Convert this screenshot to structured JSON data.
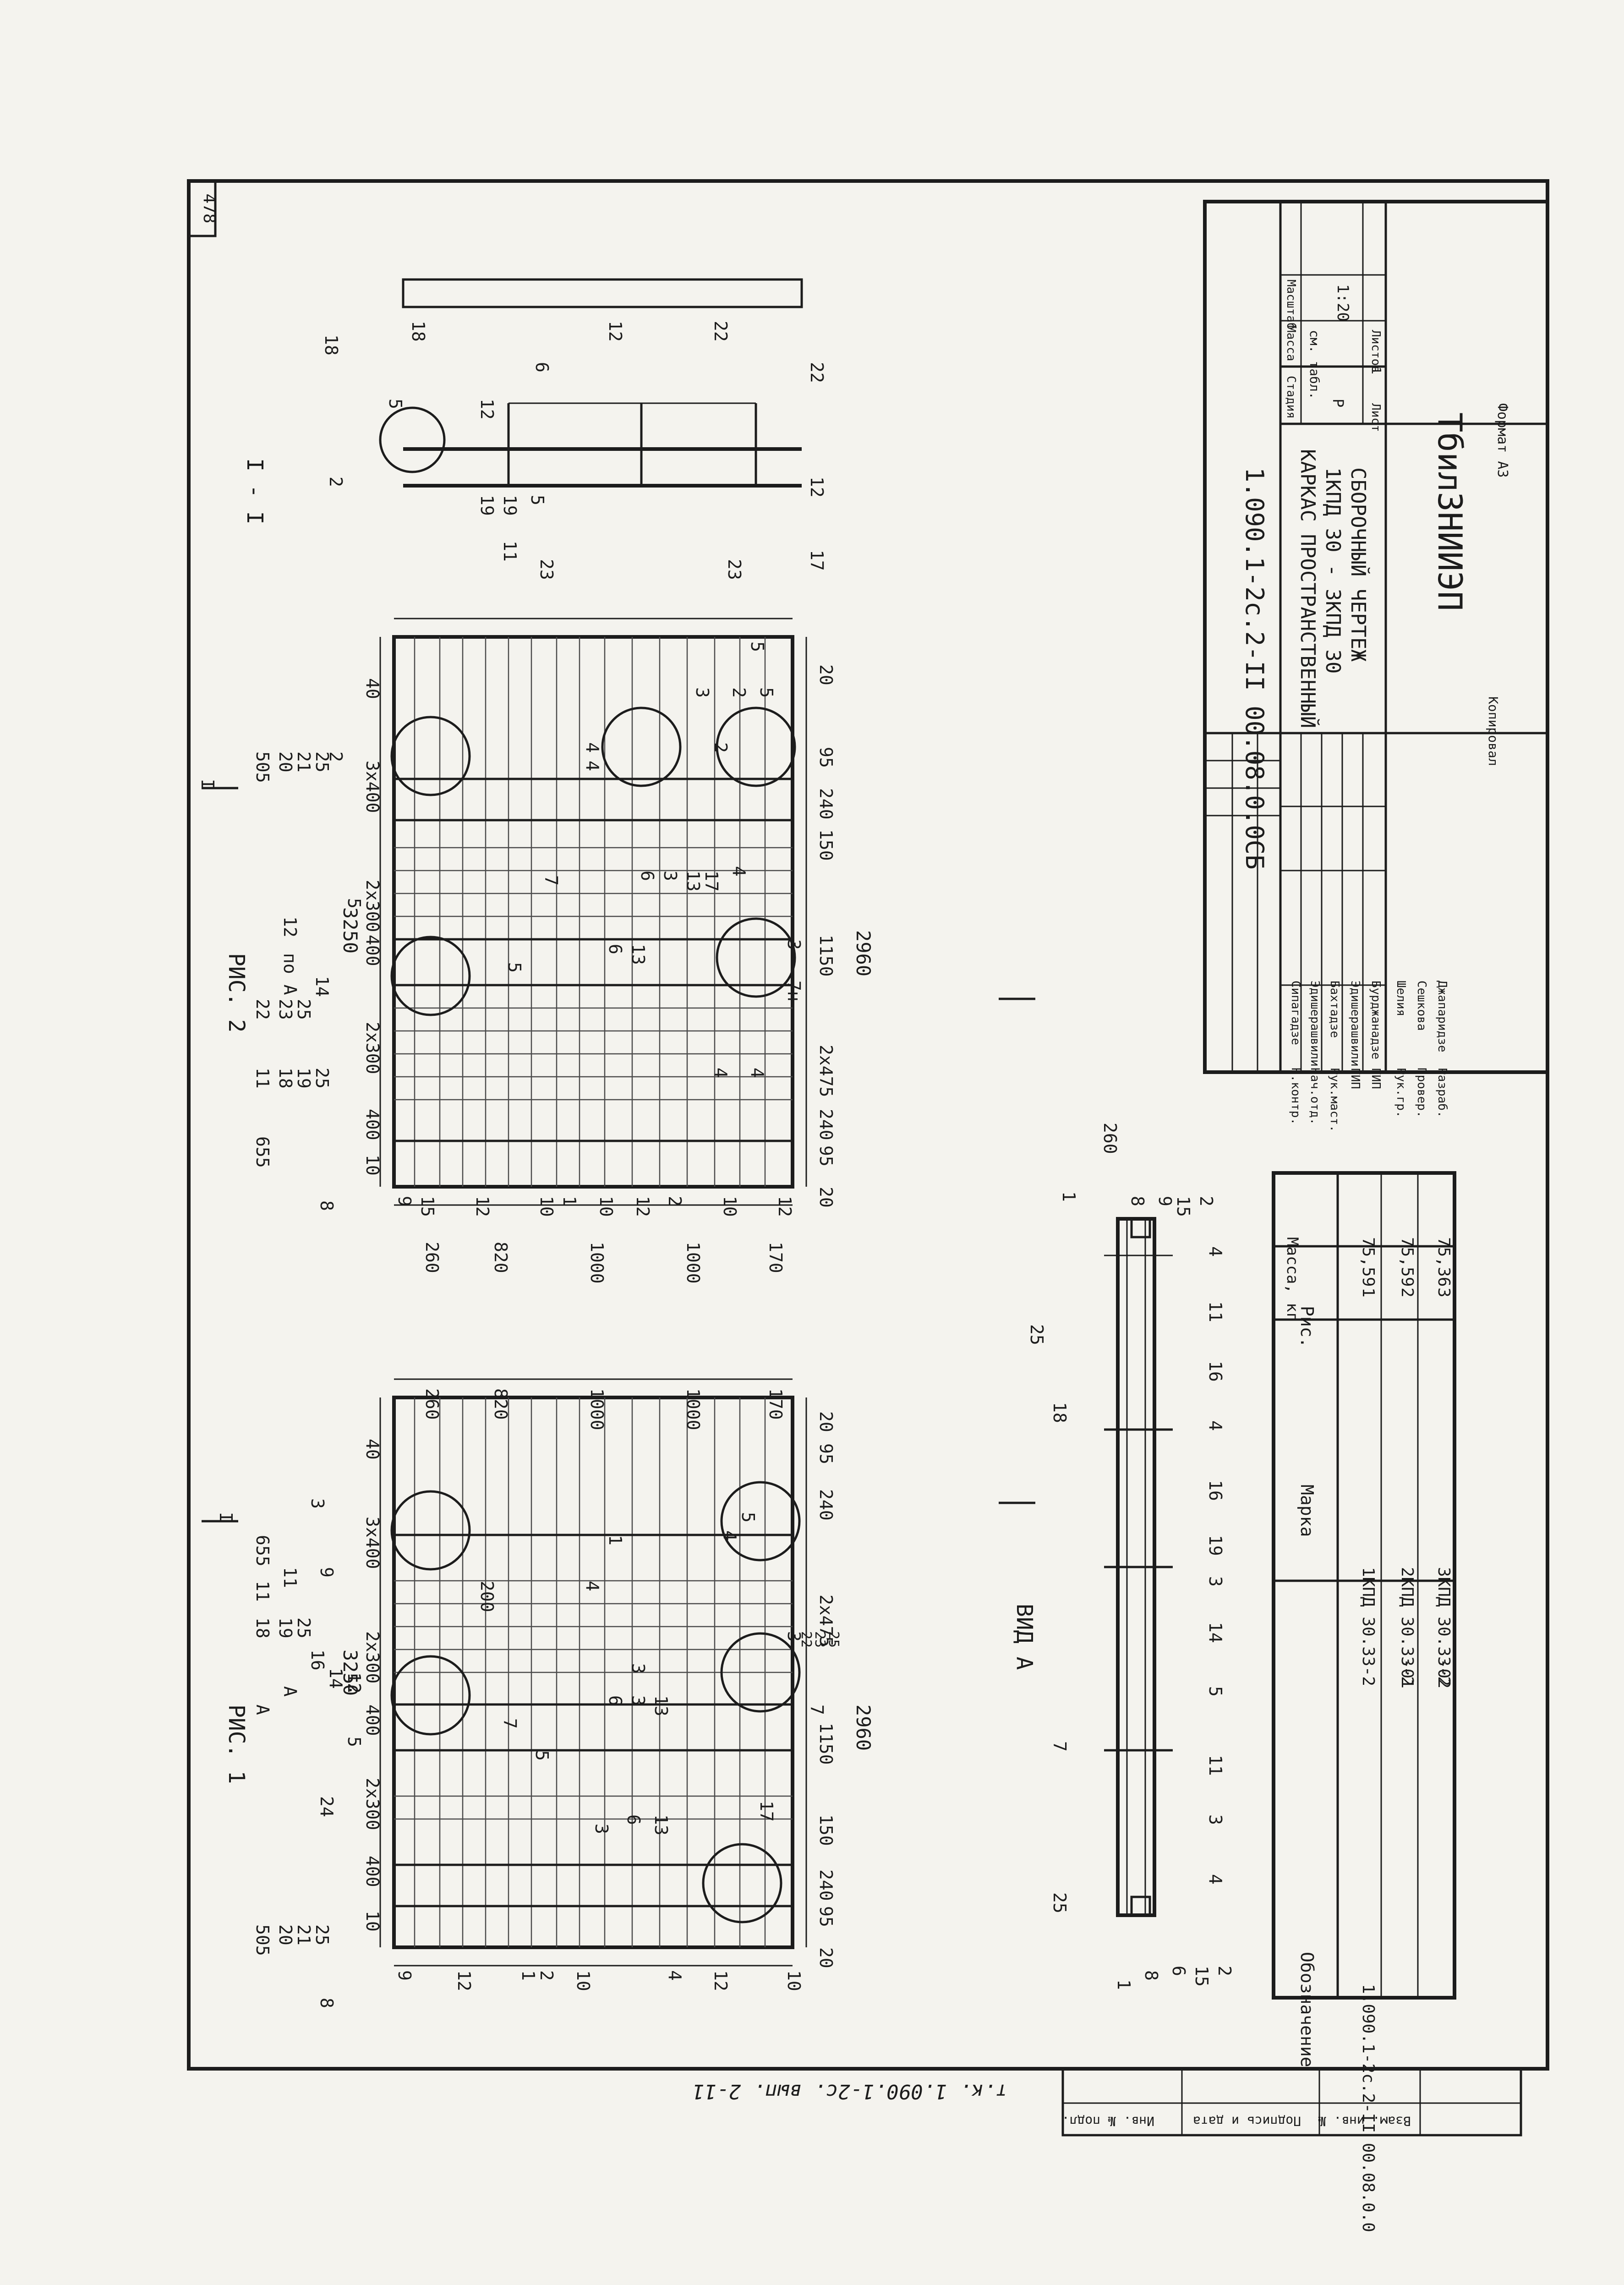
{
  "page": {
    "sheet_corner_number": "478",
    "format_label": "Формат А3",
    "copy_label": "Копировал",
    "handwritten_reference": "т.к. 1.090.1-2с. вып. 2-11"
  },
  "title_block": {
    "designation": "1.090.1-2с.2-II 00.08.0.0СБ",
    "title_lines": [
      "КАРКАС ПРОСТРАНСТВЕННЫЙ",
      "1КПД 30 - 3КПД 30",
      "СБОРОЧНЫЙ ЧЕРТЕЖ"
    ],
    "stage_label": "Стадия",
    "mass_label": "Масса",
    "scale_label": "Масштаб",
    "stage_value": "Р",
    "mass_value": "см. табл.",
    "scale_value": "1:20",
    "sheet_label": "Лист",
    "sheet_value": "1",
    "sheets_label": "Листов",
    "organization": "ТбилЗНИИЭП",
    "signatures": [
      {
        "role": "Н.контр.",
        "name": "Сипагадзе"
      },
      {
        "role": "Нач.отд.",
        "name": "Эдишерашвили"
      },
      {
        "role": "Рук.маст.",
        "name": "Бахтадзе"
      },
      {
        "role": "ГИП",
        "name": "Эдишерашвили"
      },
      {
        "role": "ГИП",
        "name": "Бурджанадзе"
      },
      {
        "role": "Рук.гр.",
        "name": "Шелия"
      },
      {
        "role": "Провер.",
        "name": "Сешкова"
      },
      {
        "role": "Разраб.",
        "name": "Джапаридзе"
      }
    ]
  },
  "spec_table": {
    "headers": [
      "Обозначение",
      "Марка",
      "Рис.",
      "Масса, кг"
    ],
    "rows": [
      [
        "1.090.1-2с.2-II 00.08.0.0",
        "1КПД 30.33-2",
        "1",
        "75,59"
      ],
      [
        "-01",
        "2КПД 30.33-2",
        "2",
        "75,59"
      ],
      [
        "-02",
        "3КПД 30.33-2",
        "3",
        "75,36"
      ]
    ]
  },
  "margin_stamp": {
    "cells": [
      "Инв. № подл.",
      "Подпись и дата",
      "Взам. инв. №"
    ]
  },
  "views": {
    "fig1_title": "РИС. 1",
    "fig2_title": "РИС. 2",
    "section_title": "I - I",
    "view_a_title": "ВИД А",
    "po_a_label": "по А",
    "arrow_a": "А",
    "section_mark": "I"
  },
  "fig1": {
    "top_dims": [
      "40",
      "3х400",
      "2х300",
      "400",
      "2х300",
      "400",
      "10"
    ],
    "overall_top": "3250",
    "left_dims": [
      "260",
      "820",
      "1000",
      "1000",
      "170"
    ],
    "bottom_dims": [
      "20",
      "95",
      "240",
      "150",
      "1150",
      "2х475",
      "240",
      "95",
      "20"
    ],
    "overall_bottom": "2960",
    "side_dims_left": [
      "505",
      "20",
      "21",
      "25"
    ],
    "side_dims_right": [
      "655",
      "11",
      "18",
      "19",
      "25"
    ],
    "callouts": [
      "3",
      "9",
      "200",
      "4",
      "1",
      "4",
      "5",
      "8",
      "9",
      "12",
      "1",
      "2",
      "10",
      "4",
      "12",
      "10",
      "5",
      "24",
      "3",
      "6",
      "13",
      "17",
      "5",
      "3",
      "7",
      "6",
      "3",
      "13",
      "7",
      "3",
      "22",
      "23",
      "25",
      "14",
      "12",
      "16",
      "11",
      "A"
    ]
  },
  "fig2": {
    "top_dims": [
      "40",
      "3х400",
      "2х300",
      "400",
      "2х300",
      "400",
      "10"
    ],
    "overall_top": "3250",
    "left_dims": [
      "260",
      "820",
      "1000",
      "1000",
      "170"
    ],
    "bottom_dims": [
      "20",
      "95",
      "240",
      "2х475",
      "1150",
      "150",
      "240",
      "95",
      "20"
    ],
    "overall_bottom": "2960",
    "side_dims_left": [
      "655",
      "11",
      "22",
      "23",
      "25"
    ],
    "side_dims_right": [
      "505",
      "20",
      "21",
      "25"
    ],
    "callouts": [
      "8",
      "9",
      "15",
      "12",
      "10",
      "1",
      "10",
      "12",
      "2",
      "10",
      "12",
      "4",
      "4",
      "7н",
      "3",
      "13",
      "6",
      "5",
      "7",
      "17",
      "13",
      "3",
      "6",
      "4",
      "2",
      "4",
      "2",
      "3",
      "5",
      "18",
      "19",
      "25",
      "14",
      "12",
      "5",
      "2",
      "4",
      "5"
    ]
  },
  "section_1_1": {
    "callouts": [
      "18",
      "5",
      "18",
      "2",
      "11",
      "19",
      "19",
      "5",
      "12",
      "6",
      "12",
      "22",
      "22",
      "23",
      "23",
      "12",
      "17"
    ]
  },
  "view_a": {
    "dims": [
      "260"
    ],
    "callouts": [
      "1",
      "8",
      "9",
      "15",
      "2",
      "4",
      "11",
      "16",
      "4",
      "16",
      "19",
      "3",
      "14",
      "5",
      "11",
      "3",
      "4",
      "25",
      "7",
      "18",
      "25",
      "1",
      "8",
      "6",
      "15",
      "2"
    ]
  }
}
